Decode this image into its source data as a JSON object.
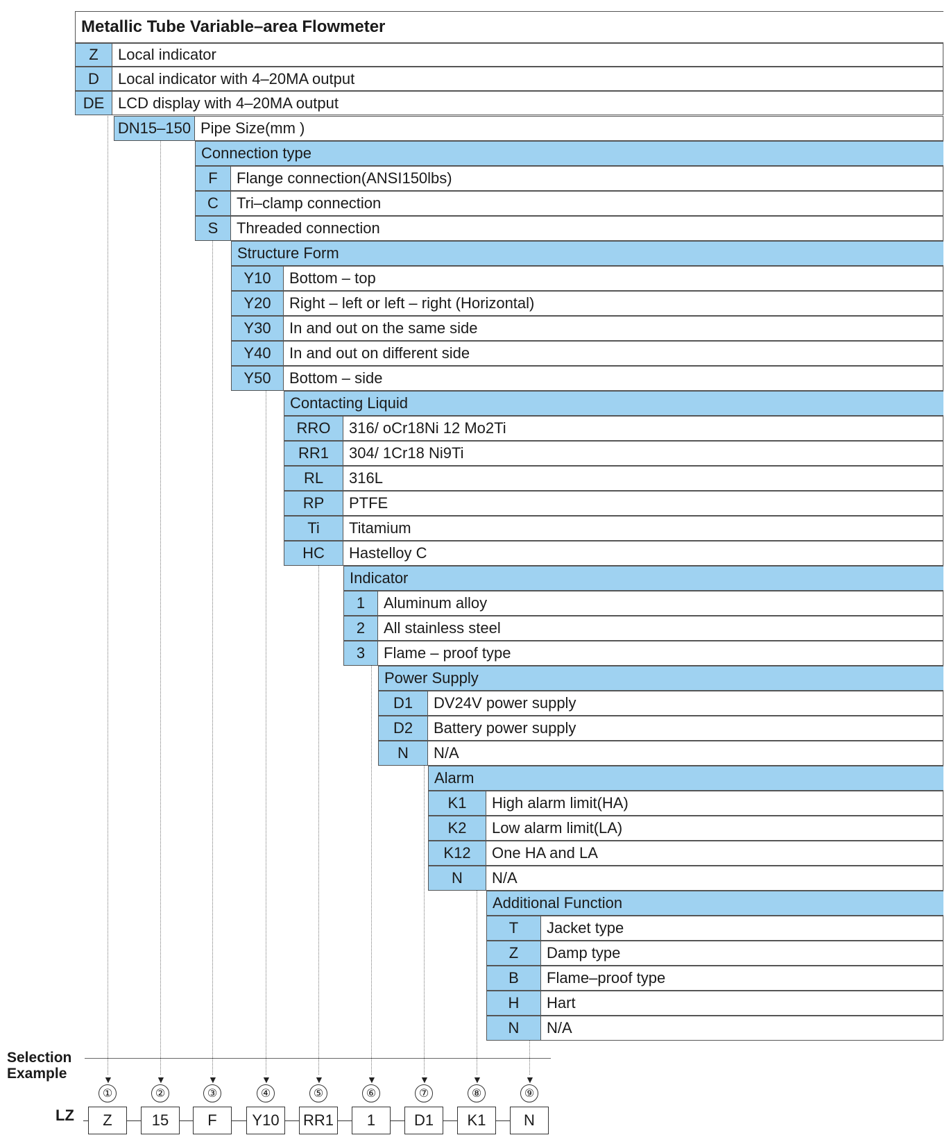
{
  "title": "Metallic Tube Variable–area Flowmeter",
  "tiers": [
    {
      "header": null,
      "rows": [
        {
          "code": "Z",
          "desc": "Local indicator"
        },
        {
          "code": "D",
          "desc": "Local indicator with 4–20MA output"
        },
        {
          "code": "DE",
          "desc": "LCD display with 4–20MA output"
        }
      ]
    },
    {
      "header": null,
      "rows": [
        {
          "code": "DN15–150",
          "desc": "Pipe Size(mm )"
        }
      ]
    },
    {
      "header": "Connection type",
      "rows": [
        {
          "code": "F",
          "desc": "Flange connection(ANSI150lbs)"
        },
        {
          "code": "C",
          "desc": "Tri–clamp connection"
        },
        {
          "code": "S",
          "desc": "Threaded connection"
        }
      ]
    },
    {
      "header": "Structure  Form",
      "rows": [
        {
          "code": "Y10",
          "desc": "Bottom – top"
        },
        {
          "code": "Y20",
          "desc": "Right – left  or left – right (Horizontal)"
        },
        {
          "code": "Y30",
          "desc": "In and  out on the same side"
        },
        {
          "code": "Y40",
          "desc": "In and out on different side"
        },
        {
          "code": "Y50",
          "desc": "Bottom – side"
        }
      ]
    },
    {
      "header": "Contacting Liquid",
      "rows": [
        {
          "code": "RRO",
          "desc": "316/ oCr18Ni 12 Mo2Ti"
        },
        {
          "code": "RR1",
          "desc": "304/ 1Cr18 Ni9Ti"
        },
        {
          "code": "RL",
          "desc": "316L"
        },
        {
          "code": "RP",
          "desc": "PTFE"
        },
        {
          "code": "Ti",
          "desc": "Titamium"
        },
        {
          "code": "HC",
          "desc": "Hastelloy C"
        }
      ]
    },
    {
      "header": "Indicator",
      "rows": [
        {
          "code": "1",
          "desc": "Aluminum alloy"
        },
        {
          "code": "2",
          "desc": "All stainless steel"
        },
        {
          "code": "3",
          "desc": "Flame – proof  type"
        }
      ]
    },
    {
      "header": "Power Supply",
      "rows": [
        {
          "code": "D1",
          "desc": "DV24V power supply"
        },
        {
          "code": "D2",
          "desc": "Battery power supply"
        },
        {
          "code": "N",
          "desc": "N/A"
        }
      ]
    },
    {
      "header": "Alarm",
      "rows": [
        {
          "code": "K1",
          "desc": "High alarm limit(HA)"
        },
        {
          "code": "K2",
          "desc": "Low alarm limit(LA)"
        },
        {
          "code": "K12",
          "desc": "One HA and LA"
        },
        {
          "code": "N",
          "desc": "N/A"
        }
      ]
    },
    {
      "header": "Additional Function",
      "rows": [
        {
          "code": "T",
          "desc": "Jacket type"
        },
        {
          "code": "Z",
          "desc": "Damp type"
        },
        {
          "code": "B",
          "desc": "Flame–proof type"
        },
        {
          "code": "H",
          "desc": "Hart"
        },
        {
          "code": "N",
          "desc": "N/A"
        }
      ]
    }
  ],
  "selection": {
    "label_line1": "Selection",
    "label_line2": "Example",
    "prefix": "LZ",
    "markers": [
      "①",
      "②",
      "③",
      "④",
      "⑤",
      "⑥",
      "⑦",
      "⑧",
      "⑨"
    ],
    "values": [
      "Z",
      "15",
      "F",
      "Y10",
      "RR1",
      "1",
      "D1",
      "K1",
      "N"
    ]
  }
}
